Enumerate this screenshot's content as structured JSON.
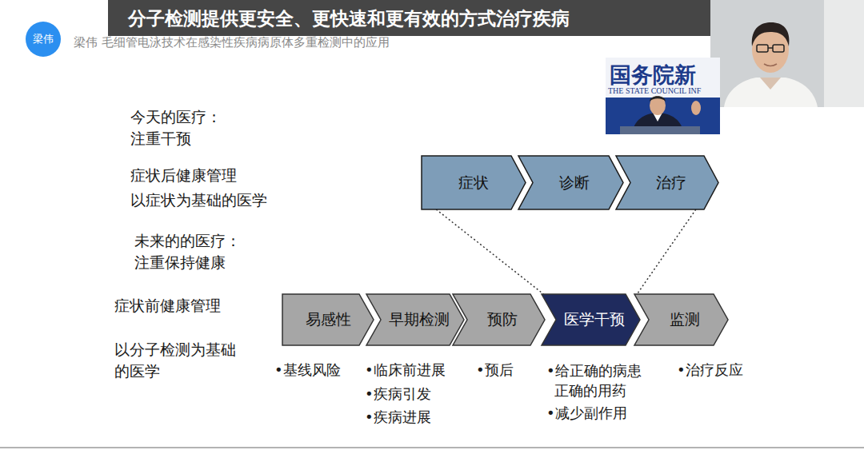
{
  "diagram": {
    "title": "分子检测提供更安全、更快速和更有效的方式治疗疾病",
    "nodes": [
      {
        "text": [
          "梁伟"
        ]
      },
      {
        "text": [
          "症状"
        ]
      },
      {
        "text": [
          "诊断"
        ]
      },
      {
        "text": [
          "治疗"
        ]
      },
      {
        "text": [
          "易感性"
        ]
      },
      {
        "text": [
          "早期检测"
        ]
      },
      {
        "text": [
          "预防"
        ]
      },
      {
        "text": [
          "医学干预"
        ]
      },
      {
        "text": [
          "监测"
        ]
      }
    ],
    "edges": [
      {
        "from": 1,
        "to": 7,
        "arrow": "none"
      },
      {
        "from": 3,
        "to": 7,
        "arrow": "none"
      }
    ],
    "labels": [
      "梁伟 毛细管电泳技术在感染性疾病病原体多重检测中的应用",
      "国务院新",
      "THE STATE COUNCIL INF",
      "今天的医疗：",
      "注重干预",
      "症状后健康管理",
      "以症状为基础的医学",
      "未来的的医疗：",
      "注重保持健康",
      "症状前健康管理",
      "以分子检测为基础的医学",
      "•基线风险",
      "•临床前进展",
      "•疾病引发",
      "•疾病进展",
      "•预后",
      "•给正确的病患 正确的用药",
      "•减少副作用",
      "•治疗反应"
    ]
  }
}
